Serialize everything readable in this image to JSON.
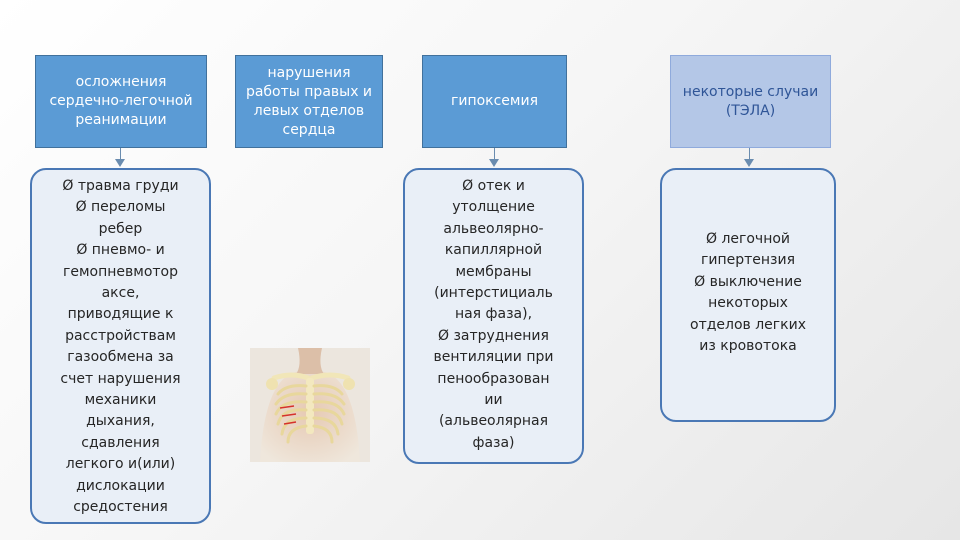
{
  "headers": [
    {
      "text": "осложнения\nсердечно-легочной\nреанимации"
    },
    {
      "text": "нарушения\nработы правых и\nлевых отделов\nсердца"
    },
    {
      "text": "гипоксемия"
    },
    {
      "text": "некоторые случаи\n(ТЭЛА)"
    }
  ],
  "boxes": [
    {
      "text": "Ø травма груди\nØ  переломы\nребер\nØ пневмо- и\nгемопневмотор\nаксе,\nприводящие к\nрасстройствам\nгазообмена за\nсчет нарушения\nмеханики\nдыхания,\nсдавления\nлегкого и(или)\nдислокации\nсредостения"
    },
    {
      "text": "Ø  отек и\nутолщение\nальвеолярно-\nкапиллярной\nмембраны\n(интерстициаль\nная фаза),\nØ  затруднения\nвентиляции при\nпенообразован\nии\n(альвеолярная\nфаза)"
    },
    {
      "text": "Ø легочной\nгипертензия\nØ  выключение\nнекоторых\nотделов легких\nиз кровотока"
    }
  ],
  "colors": {
    "header_fill": "#5b9bd5",
    "header_light_fill": "#b4c7e7",
    "box_fill": "#e9eff7",
    "box_border": "#4a78b5"
  },
  "image": {
    "subject": "chest skeleton with rib fractures"
  }
}
